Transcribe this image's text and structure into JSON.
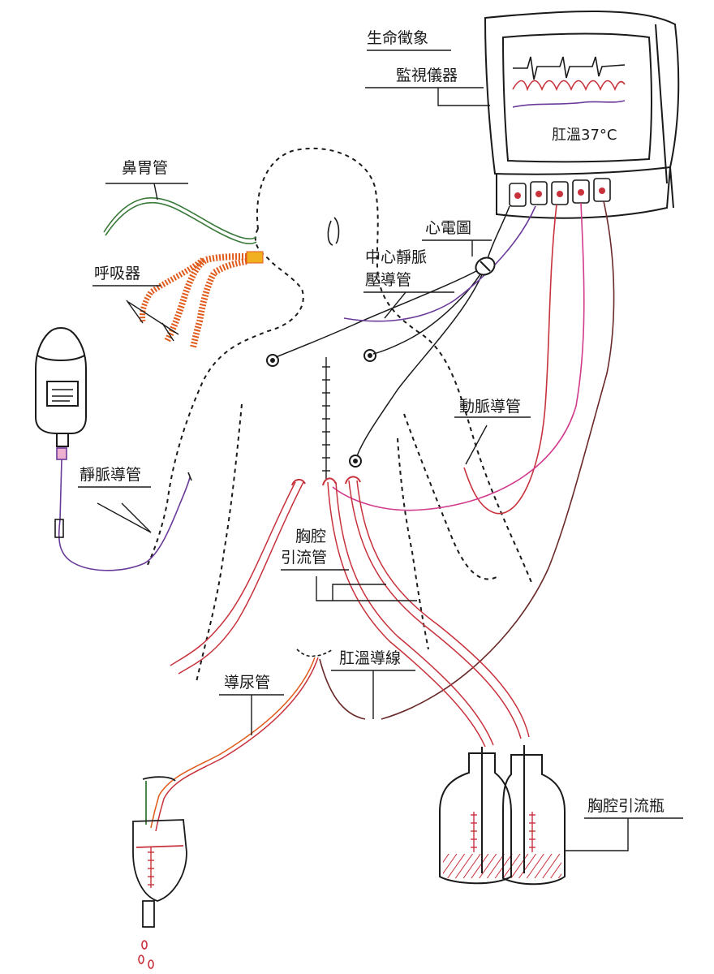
{
  "labels": {
    "vital_signs_line1": "生命徵象",
    "vital_signs_line2": "監視儀器",
    "monitor_readout_text": "肛溫",
    "monitor_readout_value": "37",
    "monitor_readout_unit": "°C",
    "nasogastric_tube": "鼻胃管",
    "ventilator": "呼吸器",
    "ecg": "心電圖",
    "cvp_line1": "中心靜脈",
    "cvp_line2": "壓導管",
    "arterial_catheter": "動脈導管",
    "iv_catheter": "靜脈導管",
    "chest_tube_line1": "胸腔",
    "chest_tube_line2": "引流管",
    "rectal_probe": "肛溫導線",
    "urinary_catheter": "導尿管",
    "chest_drainage_bottle": "胸腔引流瓶"
  },
  "colors": {
    "outline": "#1a1a1a",
    "red_line": "#c8323c",
    "pink_line": "#d23a8c",
    "purple_line": "#6a3a9a",
    "green_line": "#3a7a3a",
    "orange_line": "#e05a1a",
    "fluid": "#c8323c",
    "accent_yellow": "#f0b020"
  }
}
